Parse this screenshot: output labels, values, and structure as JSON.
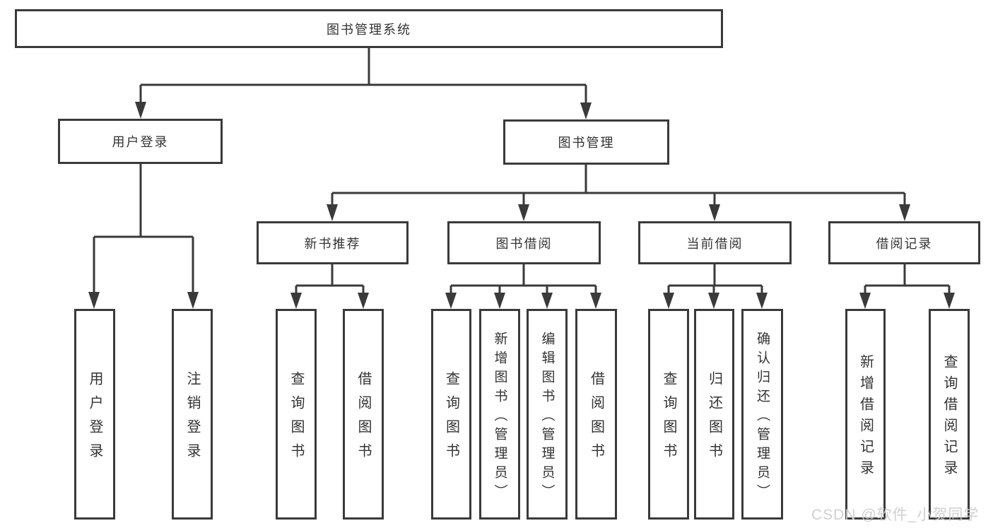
{
  "tree": {
    "root": "图书管理系统",
    "branches": [
      {
        "label": "用户登录",
        "children": [
          "用户登录",
          "注销登录"
        ]
      },
      {
        "label": "图书管理",
        "sections": [
          {
            "label": "新书推荐",
            "children": [
              "查询图书",
              "借阅图书"
            ]
          },
          {
            "label": "图书借阅",
            "children": [
              "查询图书",
              "新增图书（管理员）",
              "编辑图书（管理员）",
              "借阅图书"
            ]
          },
          {
            "label": "当前借阅",
            "children": [
              "查询图书",
              "归还图书",
              "确认归还（管理员）"
            ]
          },
          {
            "label": "借阅记录",
            "children": [
              "新增借阅记录",
              "查询借阅记录"
            ]
          }
        ]
      }
    ]
  },
  "watermark": "CSDN @软件_小贺同学",
  "colors": {
    "line": "#3a3a3a",
    "text": "#333333",
    "box_bg": "#ffffff",
    "watermark": "#cdcdcd"
  }
}
